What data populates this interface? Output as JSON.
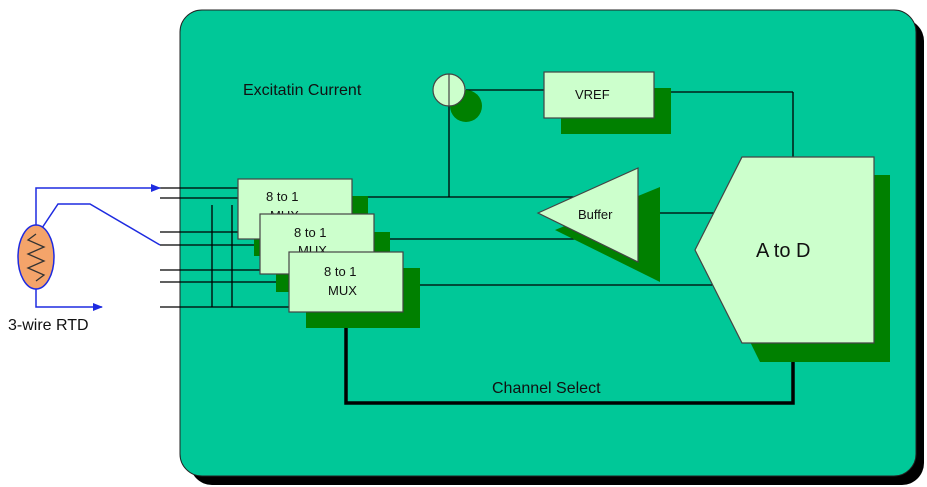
{
  "labels": {
    "excitation": "Excitatin Current",
    "vref": "VREF",
    "buffer": "Buffer",
    "adc": "A to D",
    "mux_line1": "8 to 1",
    "mux_line2": "MUX",
    "channel_select": "Channel Select",
    "rtd": "3-wire RTD"
  },
  "colors": {
    "board": "#00C898",
    "block_fill": "#CCFFCC",
    "shadow": "#008000",
    "board_shadow": "#000000",
    "rtd_wire": "#1E2BE0",
    "rtd_body": "#F4A46A"
  }
}
